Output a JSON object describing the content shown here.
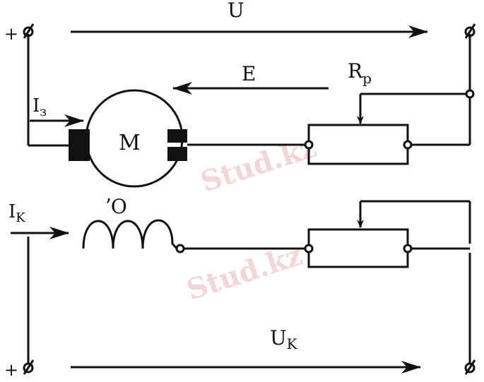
{
  "watermark": "Stud.kz",
  "labels": {
    "supply_voltage": "U",
    "back_emf": "E",
    "regulator_resistor": "R",
    "regulator_resistor_sub": "p",
    "armature_current": "I",
    "armature_current_sub": "з",
    "motor": "M",
    "field_winding": "ʼO",
    "field_current": "I",
    "field_current_sub": "K",
    "field_voltage": "U",
    "field_voltage_sub": "K",
    "terminal_plus": "+"
  },
  "colors": {
    "line": "#111111",
    "watermark": "#f3d6d6"
  }
}
